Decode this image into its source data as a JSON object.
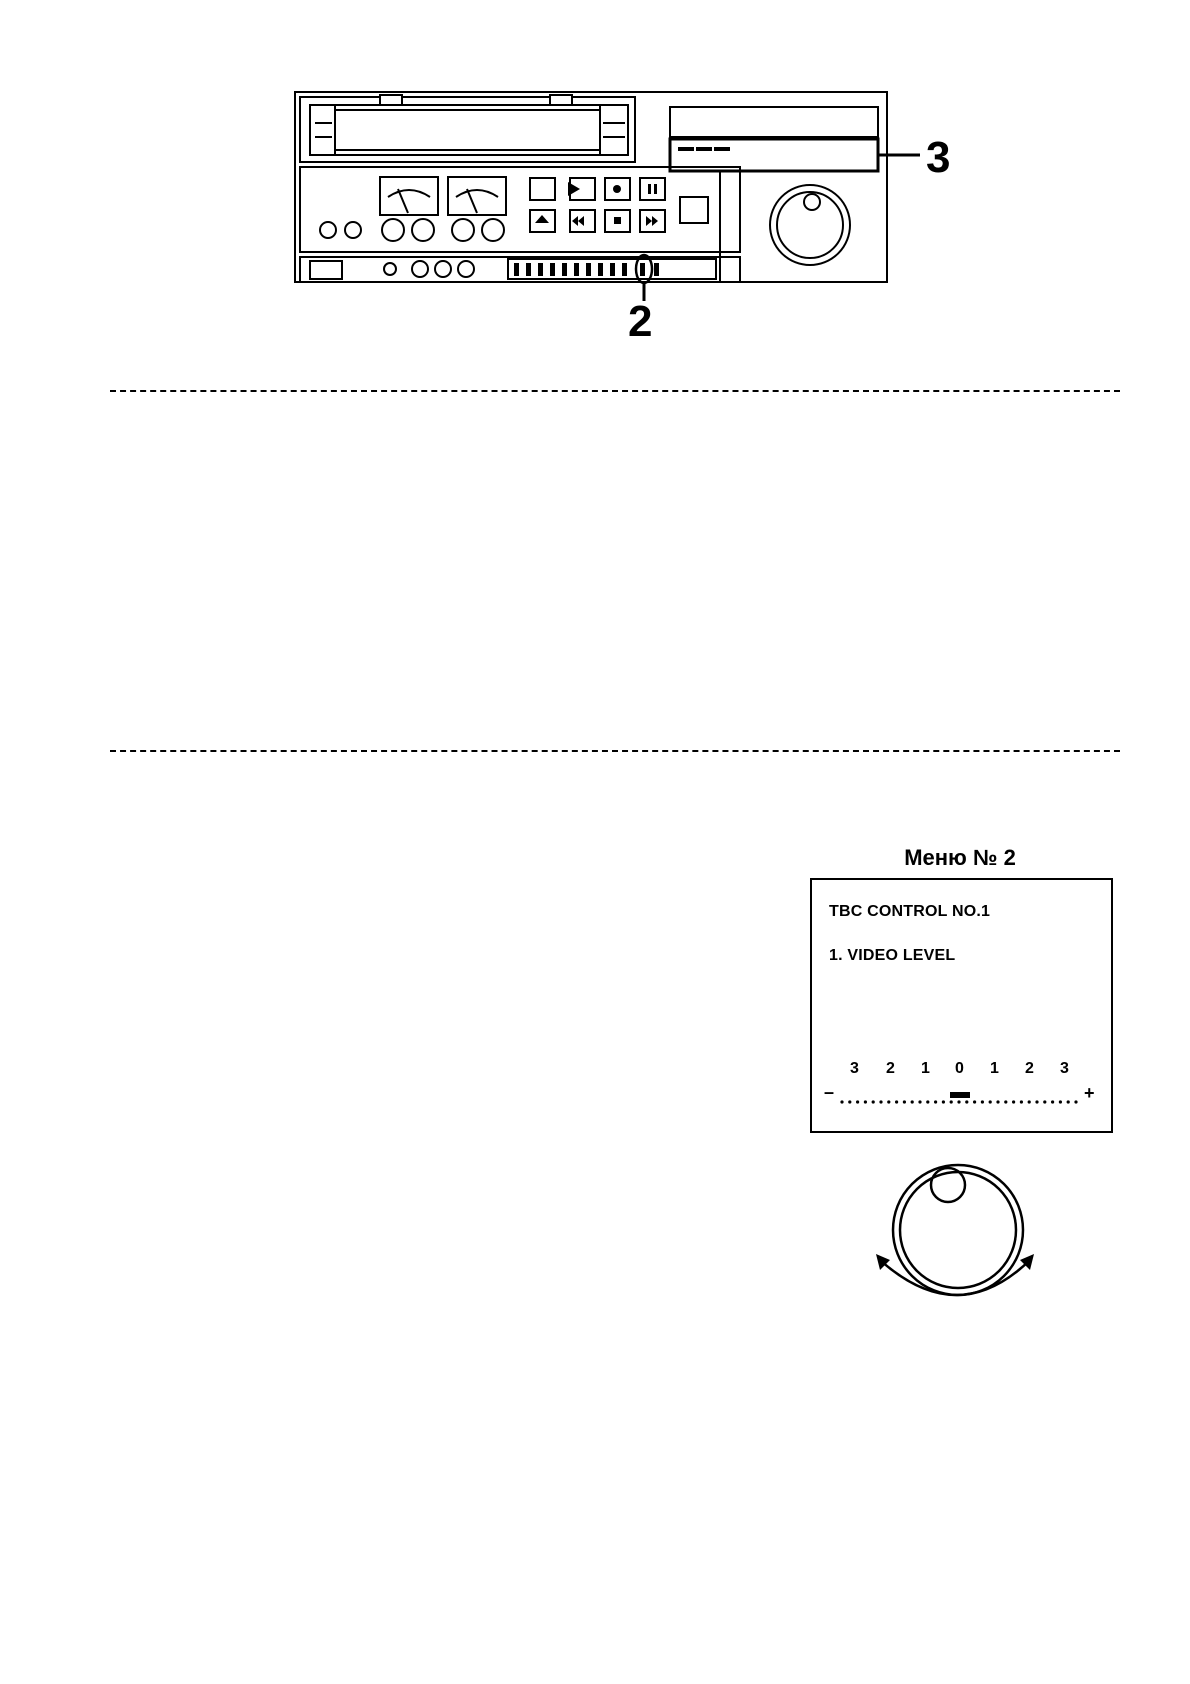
{
  "figure_top": {
    "callouts": {
      "three": "3",
      "two": "2"
    }
  },
  "menu": {
    "title": "Меню  № 2",
    "heading": "TBC CONTROL NO.1",
    "item": "1. VIDEO LEVEL",
    "scale": {
      "labels": [
        "3",
        "2",
        "1",
        "0",
        "1",
        "2",
        "3"
      ],
      "minus": "–",
      "plus": "+",
      "level": 0
    }
  },
  "icons": [
    "vcr-front-panel-icon",
    "jog-dial-icon",
    "rotation-arrows-icon"
  ]
}
